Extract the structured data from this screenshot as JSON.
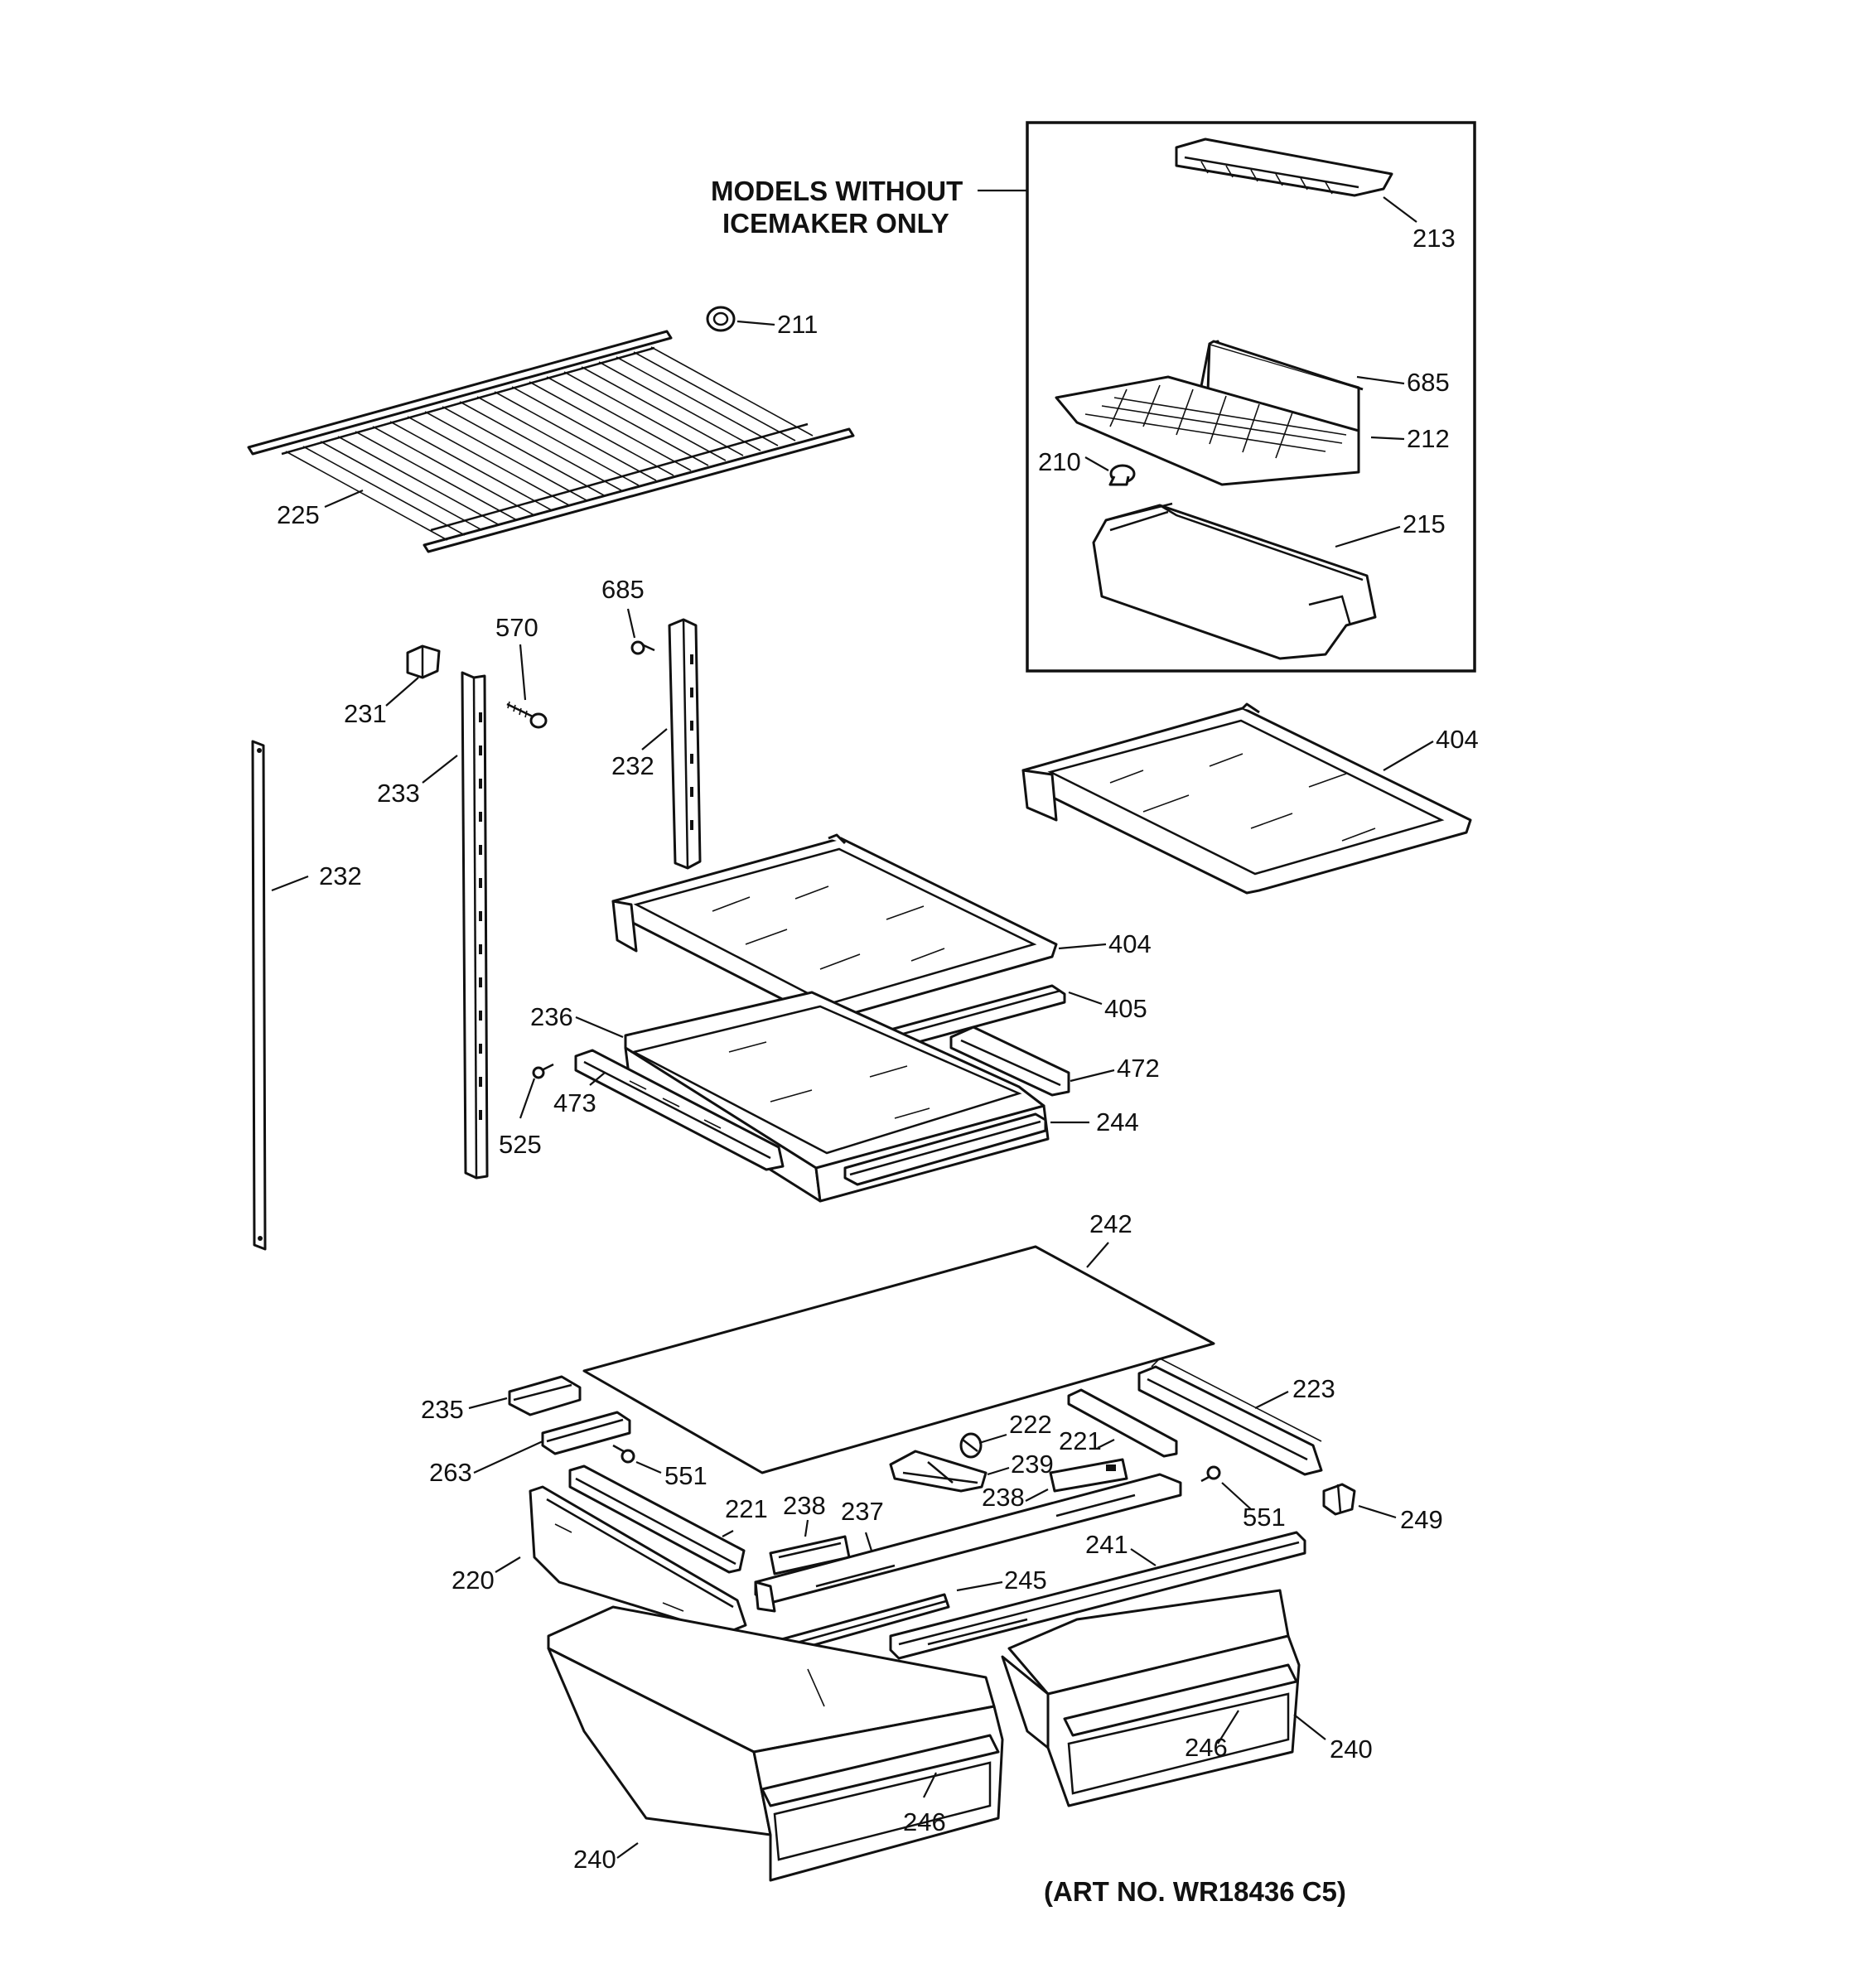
{
  "diagram": {
    "inset_caption": [
      "MODELS WITHOUT",
      "ICEMAKER ONLY"
    ],
    "art_number": "(ART NO. WR18436 C5)",
    "labels": {
      "l211": "211",
      "l213": "213",
      "l685a": "685",
      "l212": "212",
      "l210": "210",
      "l215": "215",
      "l225": "225",
      "l685b": "685",
      "l570": "570",
      "l231": "231",
      "l232a": "232",
      "l233": "233",
      "l232b": "232",
      "l404a": "404",
      "l404b": "404",
      "l405": "405",
      "l236": "236",
      "l472": "472",
      "l473": "473",
      "l525": "525",
      "l244": "244",
      "l242": "242",
      "l235": "235",
      "l223": "223",
      "l263": "263",
      "l222": "222",
      "l221a": "221",
      "l239": "239",
      "l551a": "551",
      "l238a": "238",
      "l238b": "238",
      "l551b": "551",
      "l249": "249",
      "l221b": "221",
      "l237": "237",
      "l241": "241",
      "l220": "220",
      "l245": "245",
      "l246a": "246",
      "l240a": "240",
      "l246b": "246",
      "l240b": "240"
    }
  }
}
